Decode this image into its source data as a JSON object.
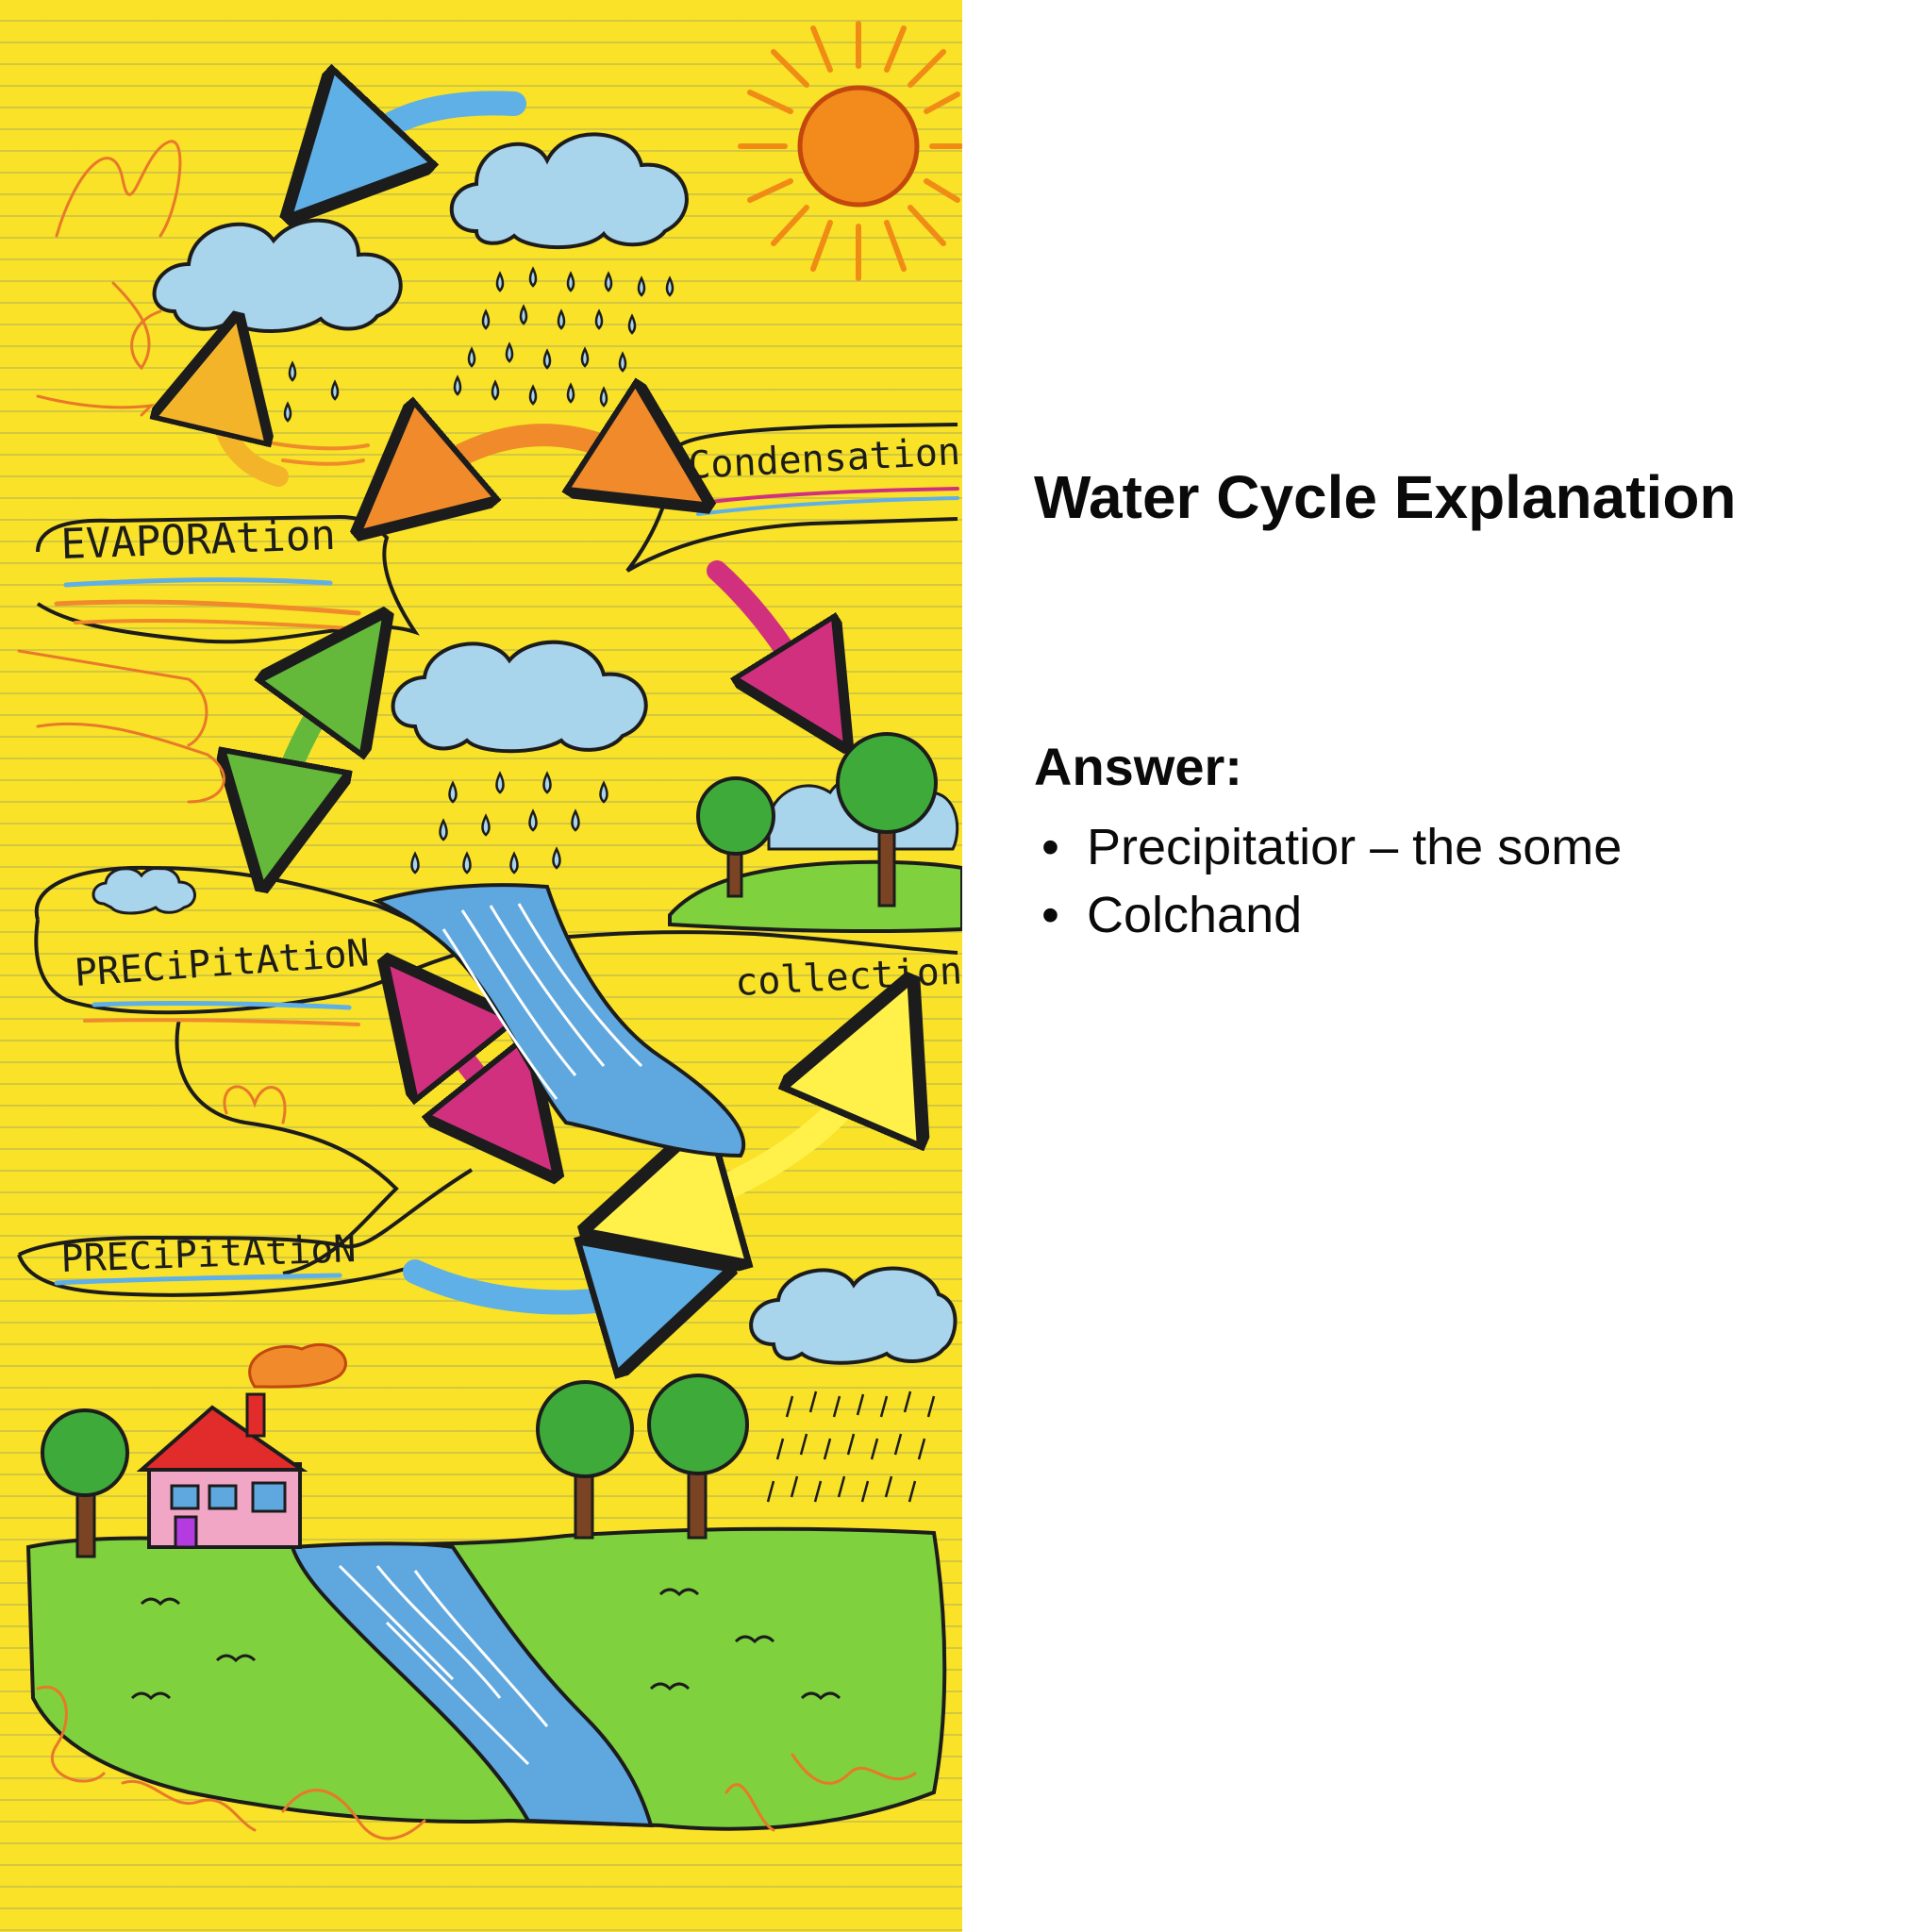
{
  "drawing": {
    "labels": {
      "evaporation": "EVAPORAtion",
      "condensation": "Condensation",
      "precipitation_upper": "PRECiPitAtioN",
      "precipitation_lower": "PRECiPitAtioN",
      "collection": "collection"
    },
    "colors": {
      "paper": "#f9e227",
      "cloud": "#a8d4ec",
      "sun": "#f28a1c",
      "water": "#5fa8df",
      "grass": "#7fd13d",
      "tree": "#3eaa3a",
      "trunk": "#7a4424",
      "house_wall": "#f2a6c6",
      "roof": "#e22b2b",
      "arrow_blue": "#5fb0e6",
      "arrow_orange": "#f08a2a",
      "arrow_magenta": "#d1307f",
      "arrow_green": "#64b93a",
      "arrow_yellow": "#fff04a"
    }
  },
  "panel": {
    "title": "Water Cycle Explanation",
    "answer_heading": "Answer:",
    "answers": [
      {
        "bullet": "•",
        "text": "Precipitatior – the some"
      },
      {
        "bullet": "•",
        "text": "Colchand"
      }
    ]
  }
}
